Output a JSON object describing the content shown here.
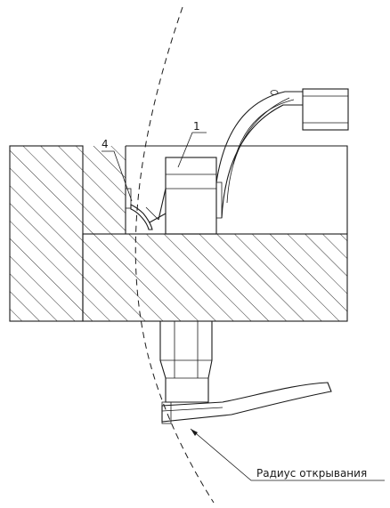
{
  "labels": {
    "part_1": "1",
    "part_4": "4",
    "radius_caption": "Радиус открывания"
  },
  "colors": {
    "line": "#1a1a1a",
    "background": "#ffffff"
  }
}
